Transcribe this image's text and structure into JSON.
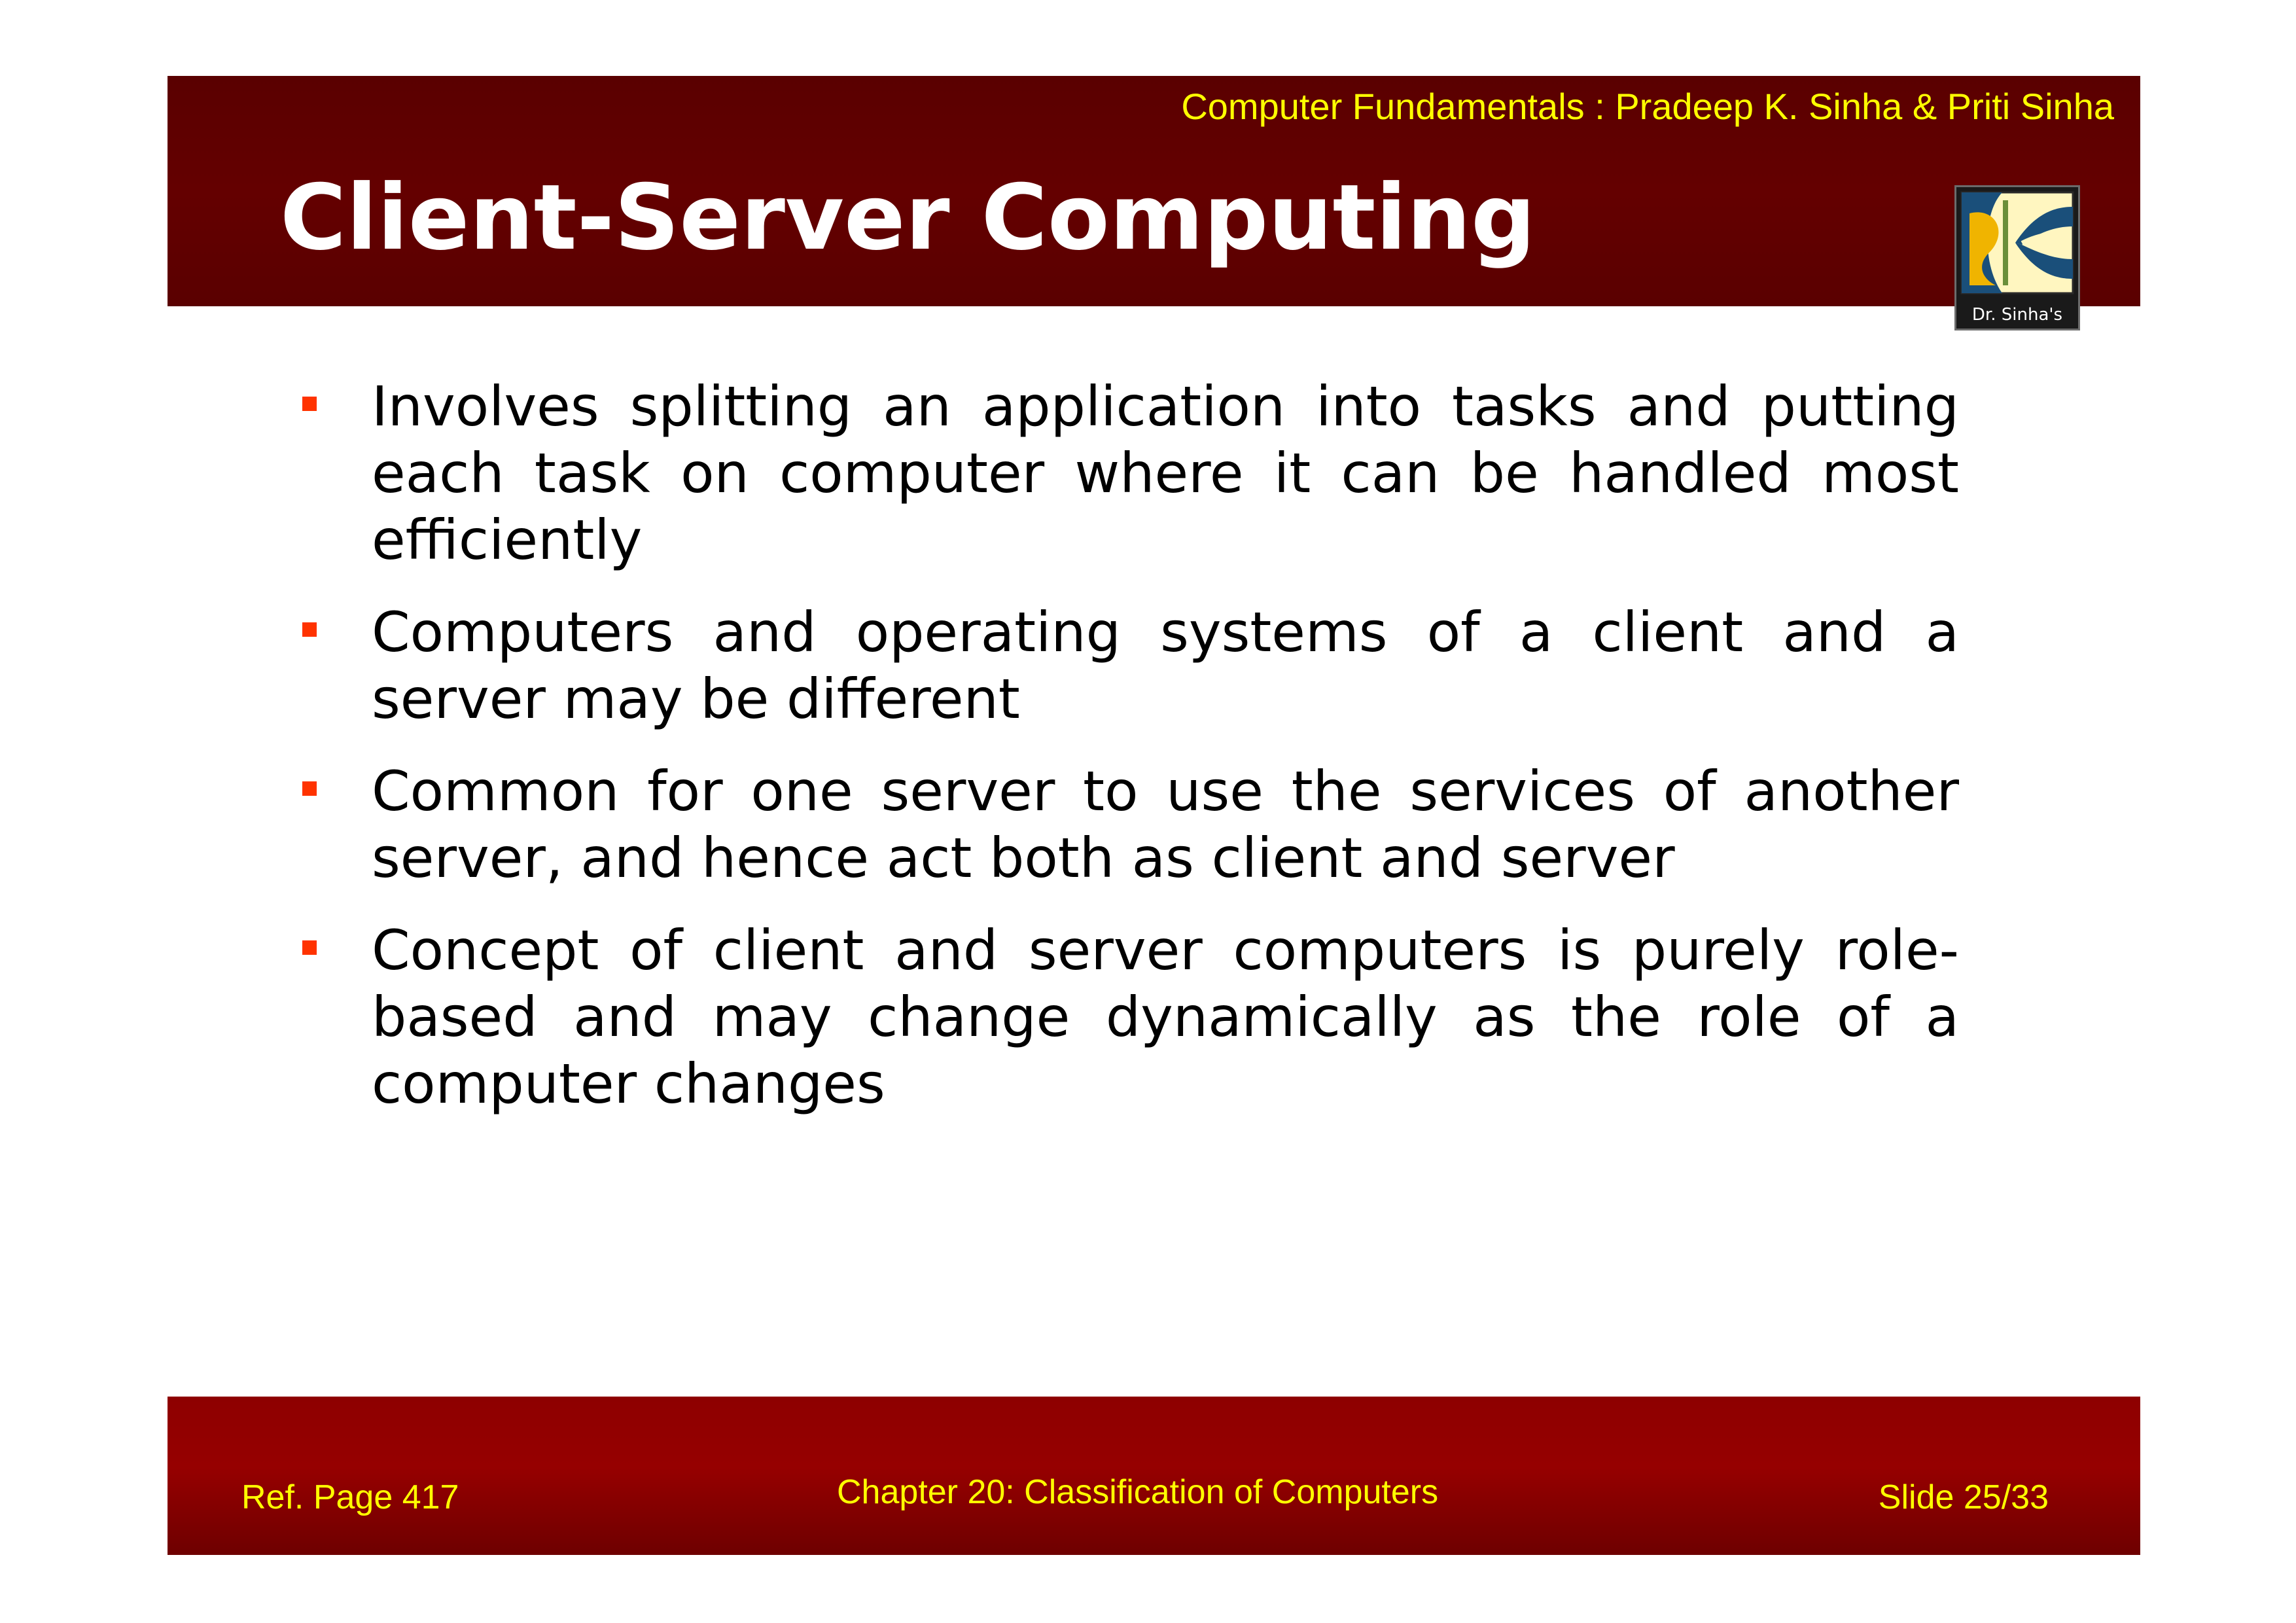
{
  "header": {
    "credit": "Computer Fundamentals : Pradeep K. Sinha & Priti Sinha",
    "title": "Client-Server Computing",
    "logo_label": "Dr. Sinha's",
    "logo_icon": "dr-sinhas-logo-icon"
  },
  "content": {
    "bullets": [
      "Involves splitting an application into tasks and putting each task on computer where it can be handled most efficiently",
      "Computers and operating systems of a client and a server may be different",
      "Common for one server to use the services of another server, and hence act both as client and server",
      "Concept of client and server computers is purely role-based and may change dynamically as the role of a computer changes"
    ]
  },
  "footer": {
    "ref_page": "Ref. Page  417",
    "chapter": "Chapter 20: Classification of Computers",
    "slide": "Slide 25/33"
  },
  "colors": {
    "header_bg": "#600000",
    "footer_bg": "#8e0000",
    "accent_text": "#ffff00",
    "bullet_marker": "#ff3300",
    "title_text": "#ffffff"
  }
}
